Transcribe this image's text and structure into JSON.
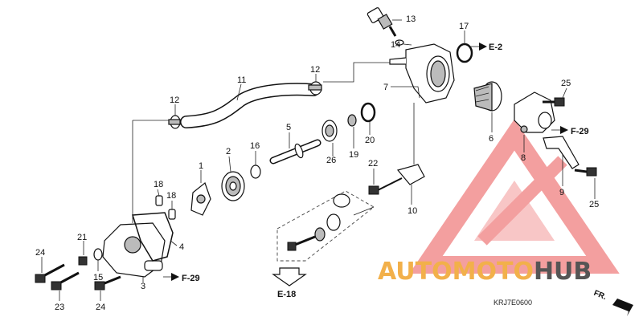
{
  "diagram": {
    "callouts": [
      "1",
      "2",
      "3",
      "4",
      "5",
      "6",
      "7",
      "8",
      "9",
      "10",
      "11",
      "12",
      "12",
      "13",
      "14",
      "15",
      "16",
      "17",
      "18",
      "18",
      "19",
      "20",
      "21",
      "22",
      "23",
      "24",
      "24",
      "25",
      "25",
      "26"
    ],
    "references": [
      "E-2",
      "F-29",
      "F-29",
      "E-18"
    ],
    "code": "KRJ7E0600",
    "direction_label": "FR.",
    "watermark": {
      "text_a": "AUTOMOTO",
      "text_b": "HUB",
      "color_a": "#f2b04a",
      "color_b": "#555555",
      "mark_color": "#f08080"
    }
  }
}
